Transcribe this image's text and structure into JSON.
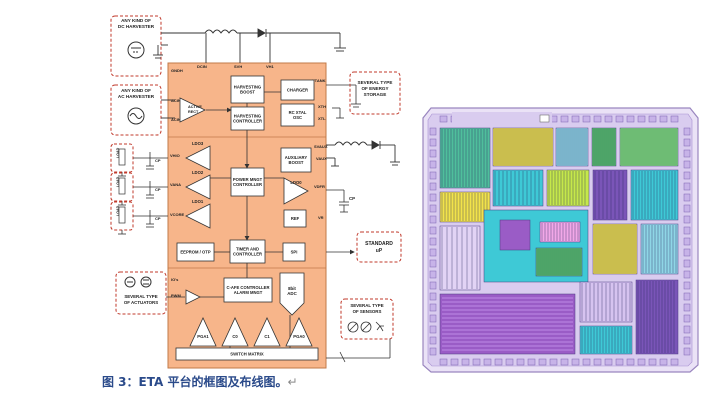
{
  "colors": {
    "chip": "#f7b58a",
    "block": "#ffffff",
    "line": "#333333",
    "dash": "#c0392b",
    "dieFrame": "#b8a8d0",
    "diePurple": "#9a5cc6",
    "dieCyan": "#3ec9d6",
    "dieYellow": "#f2e34a",
    "dieGreen": "#56c26b",
    "caption": "#2a4a8a"
  },
  "sources": {
    "dc": "ANY KIND OF\nDC HARVESTER",
    "ac": "ANY KIND OF\nAC HARVESTER"
  },
  "blocks": {
    "active_rect": "ACTIVE\nRECT",
    "harvest_boost": "HARVESTING\nBOOST",
    "harvest_ctrl": "HARVESTING\nCONTROLLER",
    "charger": "CHARGER",
    "rc_xtal": "RC XTAL\nOSC",
    "aux_boost": "AUXILIARY\nBOOST",
    "power_mgmt": "POWER MNGT\nCONTROLLER",
    "ldo0": "LDO0",
    "ref": "REF",
    "timer": "TIMER AND\nCONTROLLER",
    "spi": "SPI",
    "eeprom": "EEPROM / OTP",
    "cafe": "C-AFE CONTROLLER\nALARM MNGT",
    "adc": "8bit\nADC",
    "pga1": "PGA1",
    "c0": "C0",
    "c1": "C1",
    "pga0": "PGA0",
    "switch": "SWITCH MATRIX"
  },
  "ldos": [
    "LDO3",
    "LDO2",
    "LDO1"
  ],
  "pins": {
    "gndh": "GNDH",
    "dcin": "DCIN",
    "svh": "SVH",
    "vh1": "VH1",
    "vtank": "VTANK",
    "acin1": "ACIN1",
    "acin2": "ACIN2",
    "xth": "XTH",
    "xtl": "XTL",
    "svaux": "SVAUX",
    "vaux": "VAUX",
    "vhio": "VHIO",
    "vana": "VANA",
    "vcore": "VCORE",
    "vdfr": "VDFR",
    "vr": "VR",
    "io": "IO's",
    "pwm": "PWM"
  },
  "small": {
    "cp": "CP",
    "load": "LOAD"
  },
  "externals": {
    "storage": "SEVERAL TYPE\nOF ENERGY\nSTORAGE",
    "standard_up": "STANDARD\nuP",
    "actuators": "SEVERAL TYPE\nOF ACTUATORS",
    "sensors": "SEVERAL TYPE\nOF SENSORS"
  },
  "caption": {
    "text": "图 3：ETA 平台的框图及布线图。",
    "mark": "↵"
  }
}
